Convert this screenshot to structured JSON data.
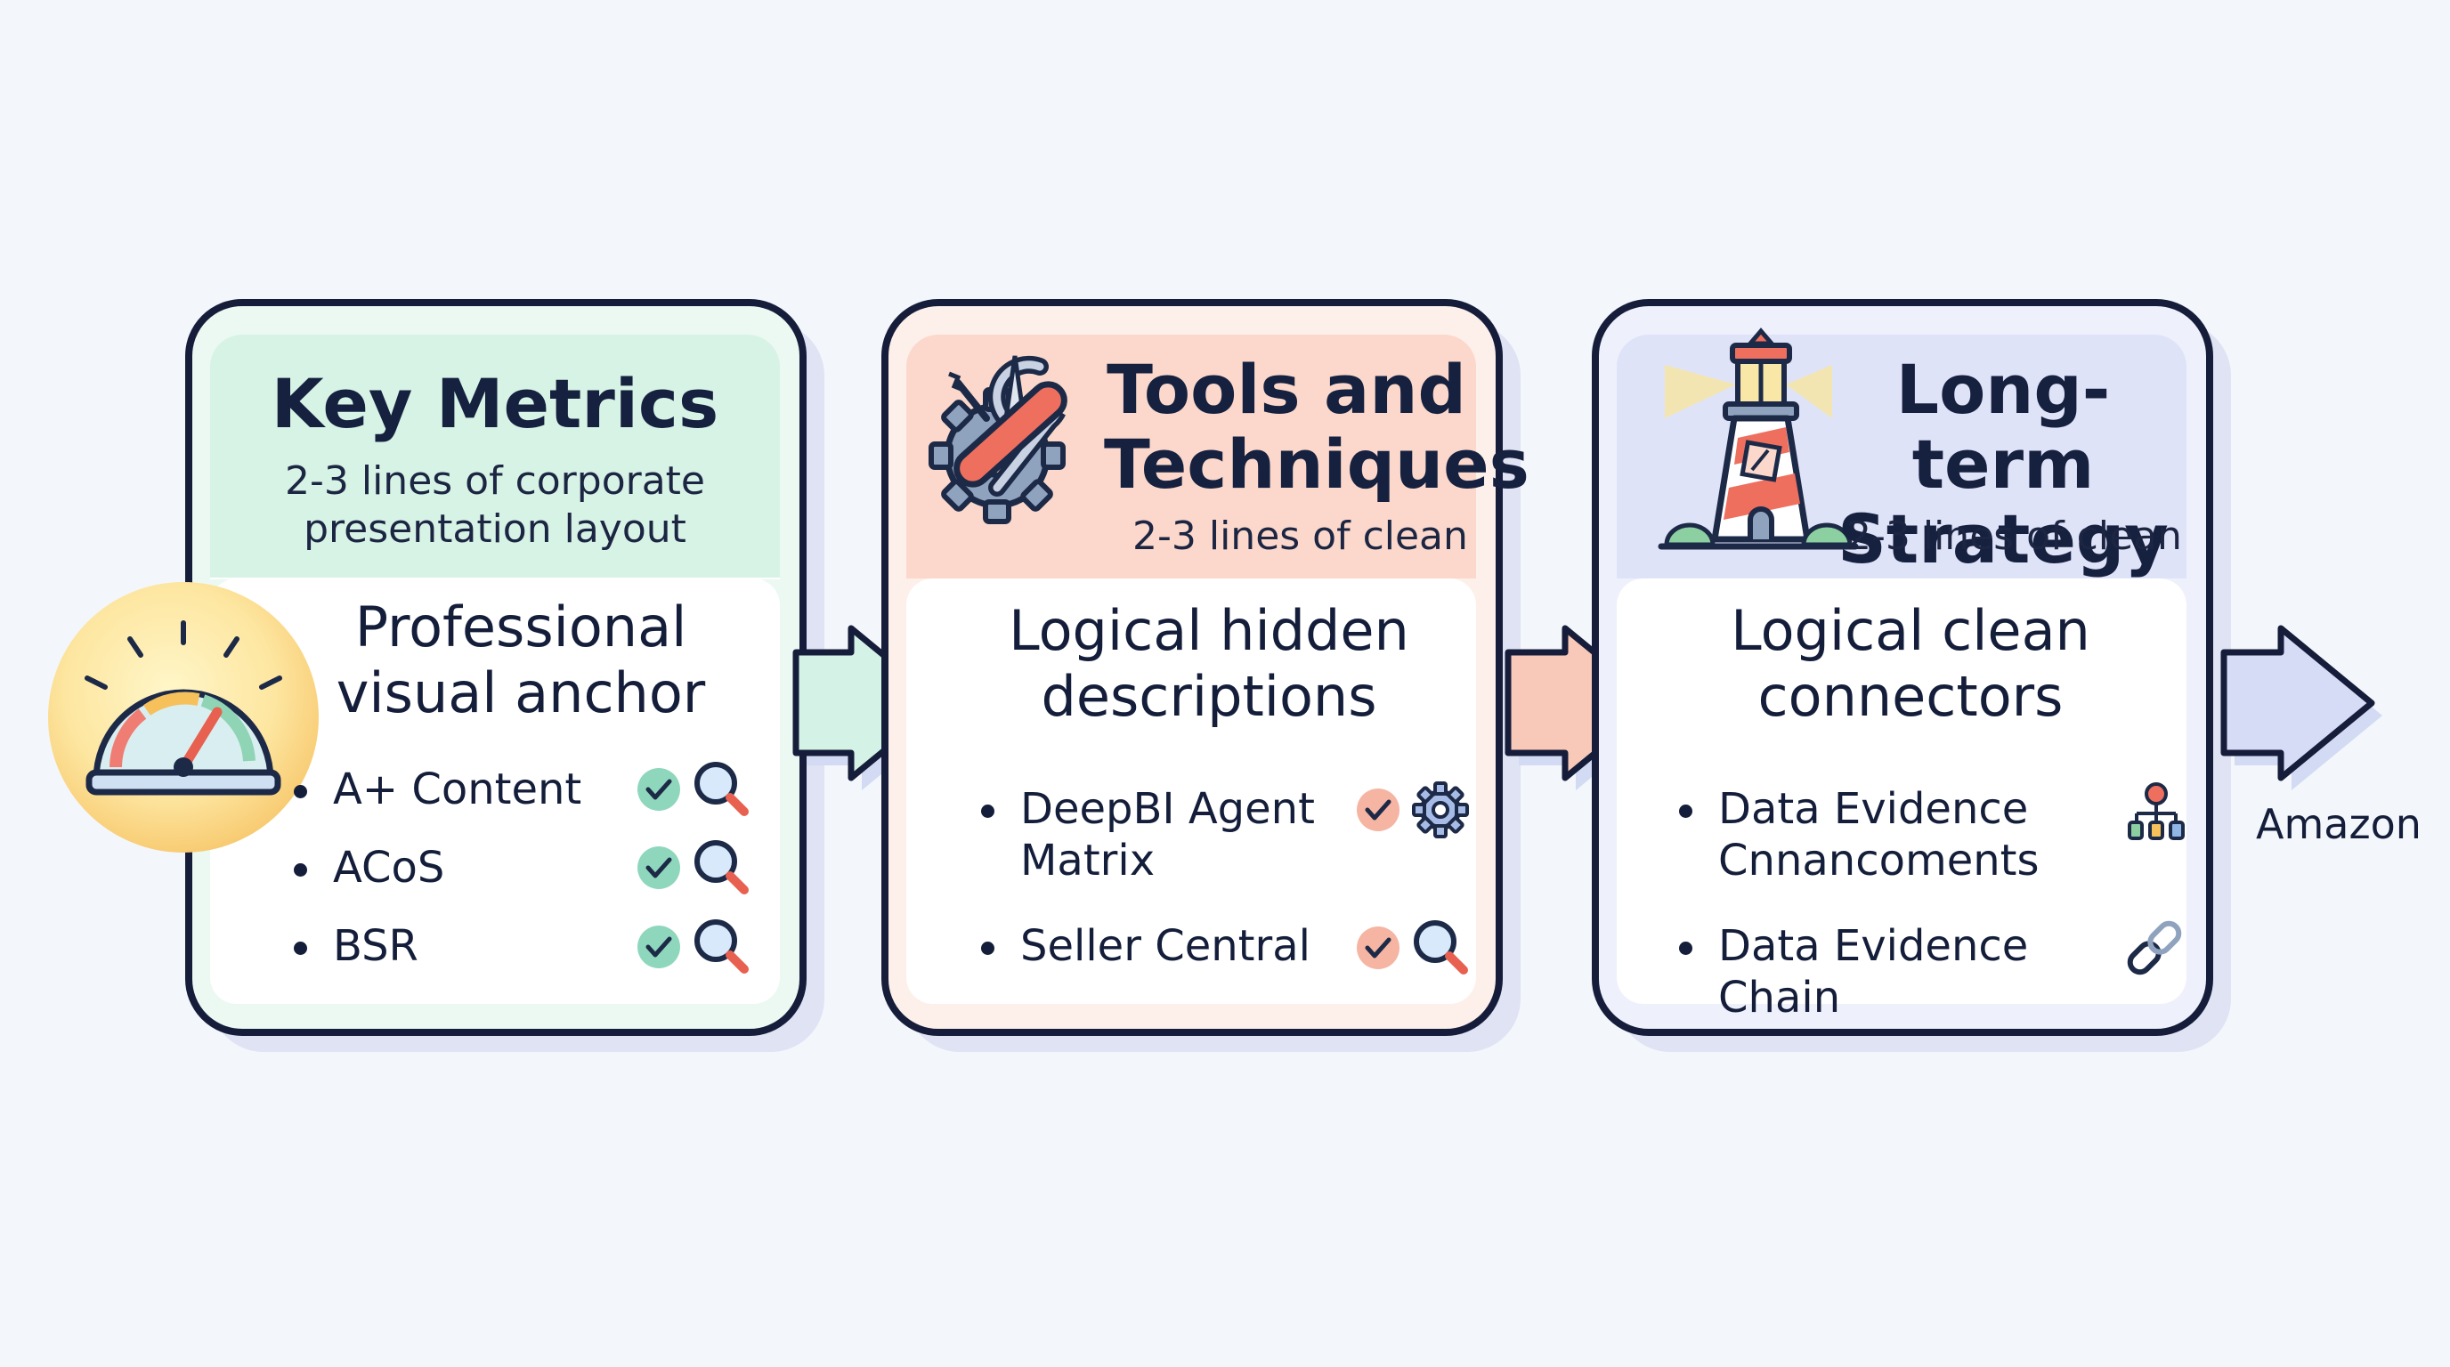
{
  "steps": [
    {
      "title_line1": "Key Metrics",
      "subtitle_line1": "2-3 lines of corporate",
      "subtitle_line2": "presentation layout",
      "body_line1": "Professional",
      "body_line2": "visual anchor",
      "icon": "gauge-icon",
      "items": [
        {
          "label": "A+ Content",
          "icons": [
            "check-icon",
            "magnifier-icon"
          ]
        },
        {
          "label": "ACoS",
          "icons": [
            "check-icon",
            "magnifier-icon"
          ]
        },
        {
          "label": "BSR",
          "icons": [
            "check-icon",
            "magnifier-icon"
          ]
        }
      ],
      "colors": {
        "header": "#d6f3e6",
        "card": "#ecf9f3",
        "arrow": "#d4f2e5",
        "check": "#8ed7bd"
      }
    },
    {
      "title_line1": "Tools and",
      "title_line2": "Techniques",
      "subtitle_line1": "2-3 lines of clean",
      "body_line1": "Logical hidden",
      "body_line2": "descriptions",
      "icon": "tools-gear-icon",
      "items": [
        {
          "label_line1": "DeepBI Agent",
          "label_line2": "Matrix",
          "icons": [
            "check-icon",
            "gear-icon"
          ]
        },
        {
          "label": "Seller Central",
          "icons": [
            "check-icon",
            "magnifier-icon"
          ]
        }
      ],
      "colors": {
        "header": "#fbd8cb",
        "card": "#fdf0ea",
        "arrow": "#f8c9b8",
        "check": "#f6b4a2"
      }
    },
    {
      "title_line1": "Long-term",
      "title_line2": "Strategy",
      "subtitle_line1": "2-3 lines of clean",
      "body_line1": "Logical clean",
      "body_line2": "connectors",
      "icon": "lighthouse-icon",
      "items": [
        {
          "label_line1": "Data Evidence",
          "label_line2": "Cnnancoments",
          "icons": [
            "org-chart-icon"
          ]
        },
        {
          "label": "Data Evidence Chain",
          "icons": [
            "link-icon"
          ]
        }
      ],
      "colors": {
        "header": "#dfe3f8",
        "card": "#eef0fb",
        "arrow": "#d6dcf6",
        "check": "#b7c0ee"
      }
    }
  ],
  "end_label": "Amazon",
  "colors": {
    "background": "#f3f6fb",
    "outline": "#161d3a",
    "text": "#141e3a"
  }
}
